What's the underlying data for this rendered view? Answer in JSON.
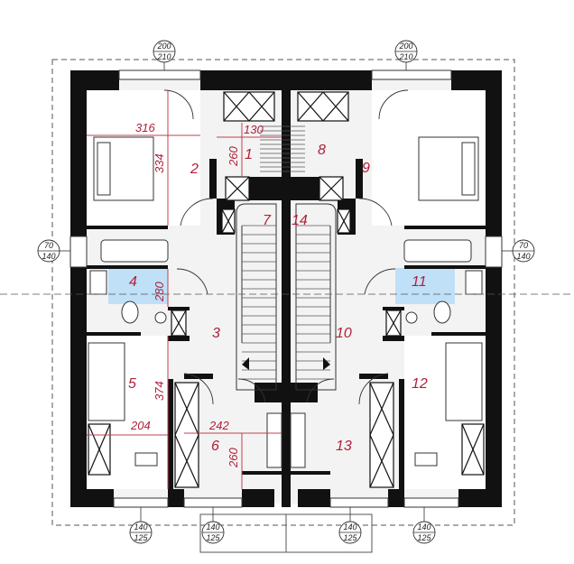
{
  "rooms": {
    "r1": "1",
    "r2": "2",
    "r3": "3",
    "r4": "4",
    "r5": "5",
    "r6": "6",
    "r7": "7",
    "r8": "8",
    "r9": "9",
    "r10": "10",
    "r11": "11",
    "r12": "12",
    "r13": "13",
    "r14": "14"
  },
  "dimensions": {
    "d316": "316",
    "d334": "334",
    "d130": "130",
    "d260a": "260",
    "d280": "280",
    "d374": "374",
    "d204": "204",
    "d242": "242",
    "d260b": "260"
  },
  "window_tags": {
    "top_left": {
      "top": "200",
      "bottom": "210"
    },
    "top_right": {
      "top": "200",
      "bottom": "210"
    },
    "side_left": {
      "top": "70",
      "bottom": "140"
    },
    "side_right": {
      "top": "70",
      "bottom": "140"
    },
    "bottom_1": {
      "top": "140",
      "bottom": "125"
    },
    "bottom_2": {
      "top": "140",
      "bottom": "125"
    },
    "bottom_3": {
      "top": "140",
      "bottom": "125"
    },
    "bottom_4": {
      "top": "140",
      "bottom": "125"
    }
  },
  "colors": {
    "wall": "#111111",
    "floor": "#f2f2f2",
    "bath_tile": "#bfe0f7",
    "dim_text": "#b0203a",
    "dim_line": "#c04050"
  }
}
